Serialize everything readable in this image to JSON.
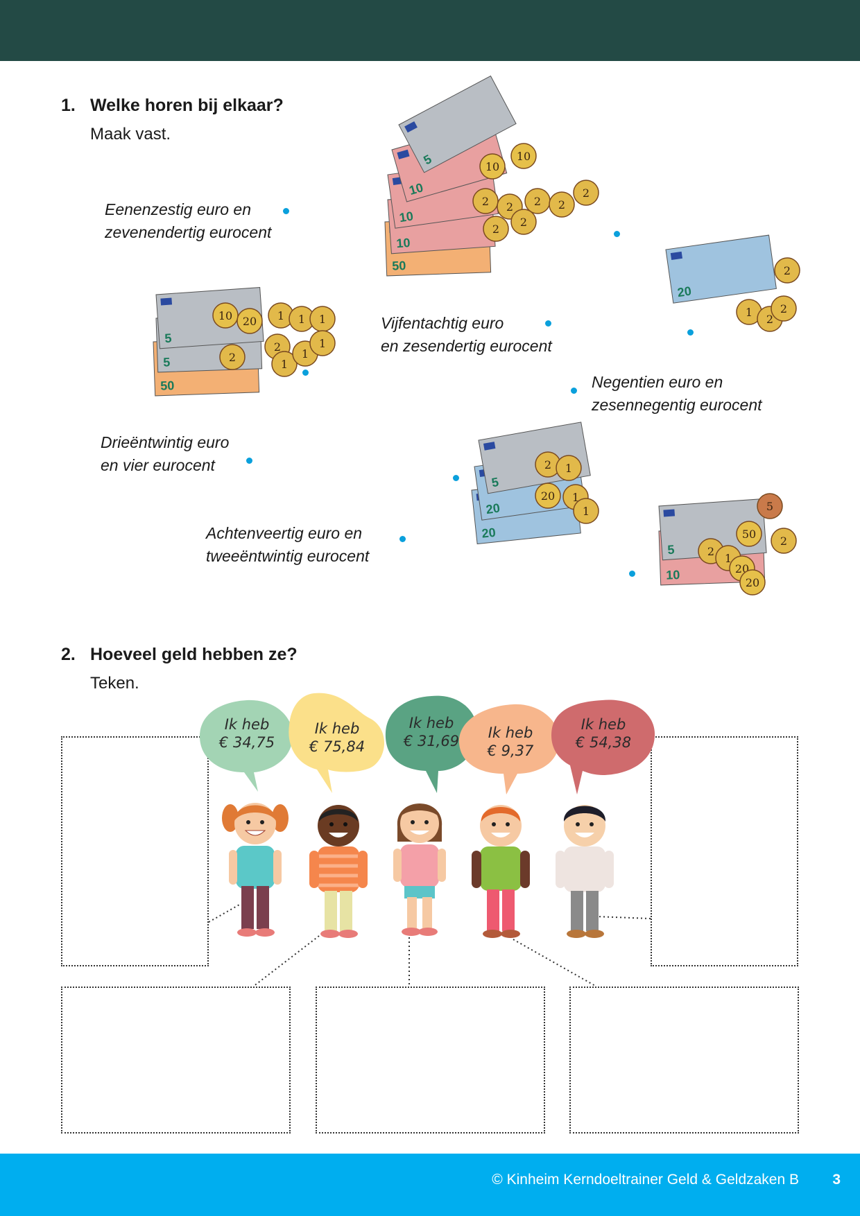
{
  "q1": {
    "number": "1.",
    "title": "Welke horen bij elkaar?",
    "instruction": "Maak vast.",
    "phrases": [
      {
        "line1": "Eenenzestig euro en",
        "line2": "zevenendertig eurocent"
      },
      {
        "line1": "Vijfentachtig euro",
        "line2": "en zesendertig eurocent"
      },
      {
        "line1": "Negentien euro en",
        "line2": "zesennegentig eurocent"
      },
      {
        "line1": "Drieëntwintig euro",
        "line2": "en vier eurocent"
      },
      {
        "line1": "Achtenveertig euro en",
        "line2": "tweeëntwintig eurocent"
      }
    ],
    "money_groups": [
      {
        "notes": [
          "5",
          "10",
          "10",
          "10",
          "50"
        ],
        "coins": [
          "10",
          "10",
          "2",
          "2",
          "2",
          "2",
          "2",
          "2",
          "2"
        ]
      },
      {
        "notes": [
          "20"
        ],
        "coins": [
          "2",
          "1",
          "2",
          "2"
        ]
      },
      {
        "notes": [
          "5",
          "5",
          "50"
        ],
        "coins": [
          "10",
          "20",
          "1",
          "1",
          "1",
          "2",
          "1",
          "1",
          "1",
          "2"
        ]
      },
      {
        "notes": [
          "5",
          "20",
          "20"
        ],
        "coins": [
          "2",
          "1",
          "20",
          "1",
          "1"
        ]
      },
      {
        "notes": [
          "5",
          "10"
        ],
        "coins": [
          "5",
          "50",
          "2",
          "2",
          "1",
          "20",
          "20"
        ]
      }
    ]
  },
  "q2": {
    "number": "2.",
    "title": "Hoeveel geld hebben ze?",
    "instruction": "Teken.",
    "bubbles": [
      {
        "line1": "Ik heb",
        "line2": "€ 34,75",
        "color": "#a3d4b4"
      },
      {
        "line1": "Ik heb",
        "line2": "€ 75,84",
        "color": "#fbe08a"
      },
      {
        "line1": "Ik heb",
        "line2": "€ 31,69",
        "color": "#5aa383"
      },
      {
        "line1": "Ik heb",
        "line2": "€ 9,37",
        "color": "#f7b68c"
      },
      {
        "line1": "Ik heb",
        "line2": "€ 54,38",
        "color": "#cf6b6d"
      }
    ]
  },
  "footer": {
    "copyright": "© Kinheim Kerndoeltrainer Geld & Geldzaken B",
    "page": "3"
  },
  "colors": {
    "header": "#234a45",
    "footer": "#00aeef",
    "dot": "#0aa0dc"
  }
}
